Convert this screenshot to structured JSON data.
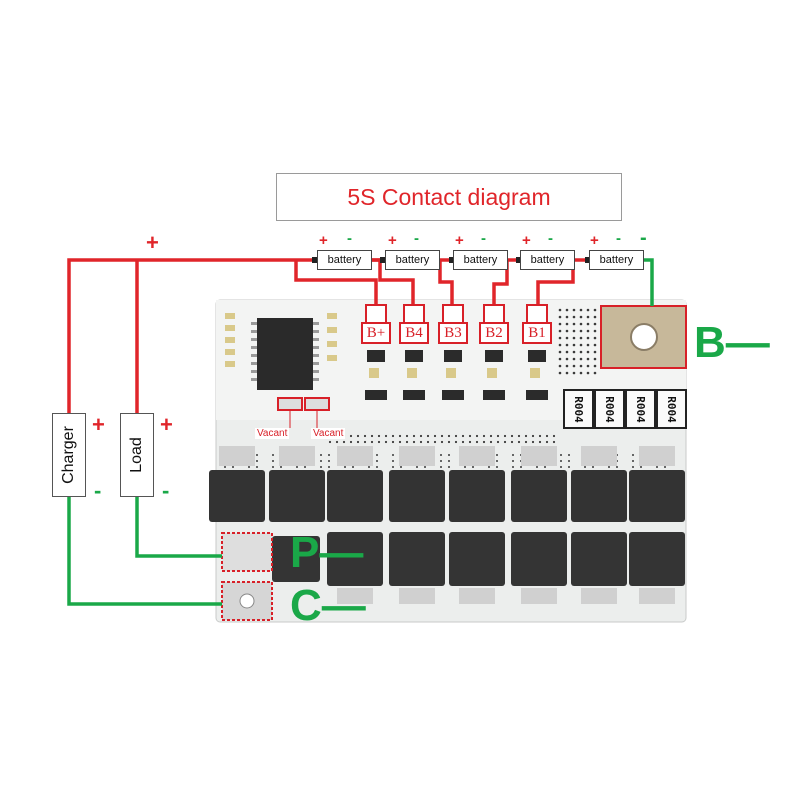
{
  "title": "5S Contact diagram",
  "batteries": [
    "battery",
    "battery",
    "battery",
    "battery",
    "battery"
  ],
  "pads": [
    "B+",
    "B4",
    "B3",
    "B2",
    "B1"
  ],
  "vacant_labels": [
    "Vacant",
    "Vacant"
  ],
  "resistor_labels": [
    "R004",
    "R004",
    "R004",
    "R004"
  ],
  "charger_label": "Charger",
  "load_label": "Load",
  "terminals": {
    "b_minus": "B—",
    "p_minus": "P—",
    "c_minus": "C—"
  },
  "signs": {
    "plus": "+",
    "minus": "-"
  },
  "colors": {
    "positive_wire": "#e0252a",
    "negative_wire": "#1aa848",
    "board": "#eef0ef",
    "pad_outline": "#d82028"
  }
}
